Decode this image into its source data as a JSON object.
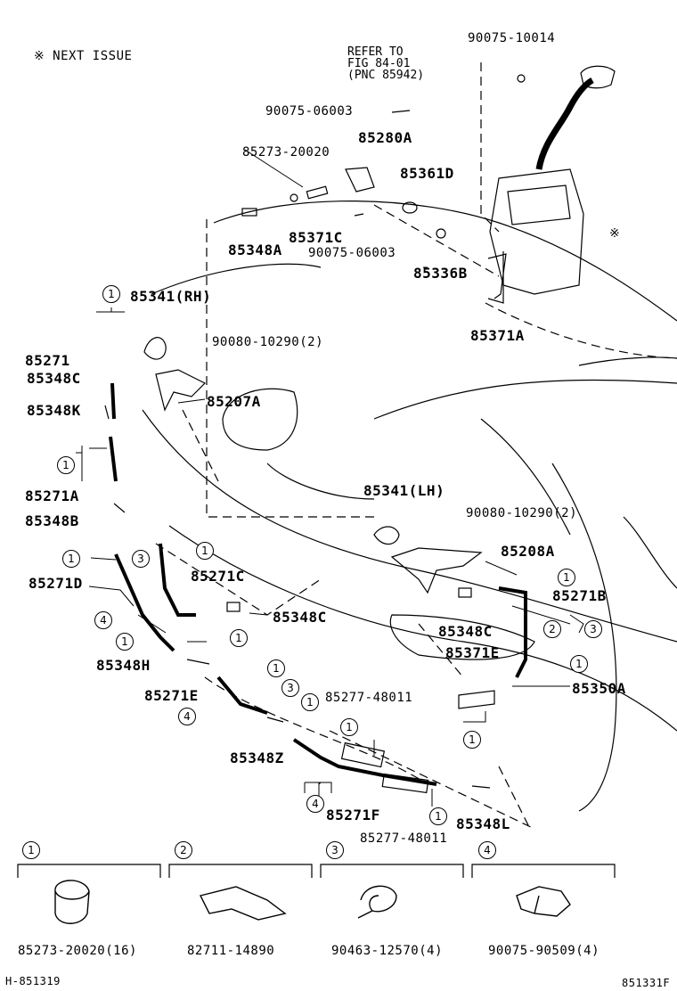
{
  "header": {
    "note": "※  NEXT ISSUE"
  },
  "refer": {
    "line1": "REFER TO",
    "line2": "FIG 84-01",
    "line3": "(PNC 85942)"
  },
  "parts": {
    "p90075_10014": "90075-10014",
    "p90075_06003_top": "90075-06003",
    "p85280A": "85280A",
    "p85273_20020": "85273-20020",
    "p85361D": "85361D",
    "p85348A": "85348A",
    "p85371C": "85371C",
    "p90075_06003_mid": "90075-06003",
    "p85336B": "85336B",
    "p85341RH": "85341(RH)",
    "p90080_RH": "90080-10290(2)",
    "p85371A": "85371A",
    "p85271": "85271",
    "p85348C_top": "85348C",
    "p85207A": "85207A",
    "p85348K": "85348K",
    "p85271A": "85271A",
    "p85348B": "85348B",
    "p85341LH": "85341(LH)",
    "p90080_LH": "90080-10290(2)",
    "p85208A": "85208A",
    "p85271D": "85271D",
    "p85271C": "85271C",
    "p85271B": "85271B",
    "p85348C_mid": "85348C",
    "p85348C_right": "85348C",
    "p85371E": "85371E",
    "p85348H": "85348H",
    "p85350A": "85350A",
    "p85271E": "85271E",
    "p85277_top": "85277-48011",
    "p85348Z": "85348Z",
    "p85271F": "85271F",
    "p85277_bottom": "85277-48011",
    "p85348L": "85348L",
    "star": "※"
  },
  "legend": [
    {
      "num": "1",
      "part": "85273-20020(16)"
    },
    {
      "num": "2",
      "part": "82711-14890"
    },
    {
      "num": "3",
      "part": "90463-12570(4)"
    },
    {
      "num": "4",
      "part": "90075-90509(4)"
    }
  ],
  "footer": {
    "left": "H-851319",
    "right": "851331F"
  }
}
